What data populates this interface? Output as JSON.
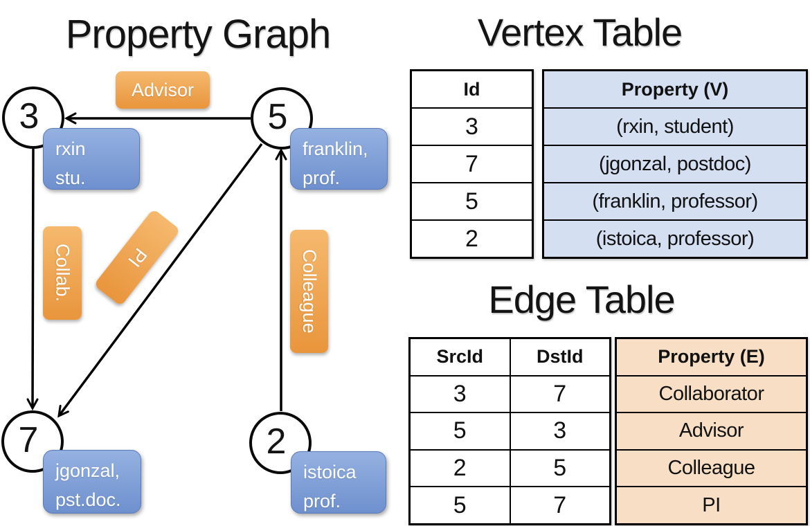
{
  "property_graph": {
    "title": "Property Graph",
    "nodes": [
      {
        "id": "3",
        "property": [
          "rxin",
          "stu."
        ]
      },
      {
        "id": "5",
        "property": [
          "franklin,",
          "prof."
        ]
      },
      {
        "id": "7",
        "property": [
          "jgonzal,",
          "pst.doc."
        ]
      },
      {
        "id": "2",
        "property": [
          "istoica",
          "prof."
        ]
      }
    ],
    "edges": [
      {
        "src": "5",
        "dst": "3",
        "label": "Advisor"
      },
      {
        "src": "3",
        "dst": "7",
        "label": "Collab."
      },
      {
        "src": "5",
        "dst": "7",
        "label": "PI"
      },
      {
        "src": "2",
        "dst": "5",
        "label": "Colleague"
      }
    ]
  },
  "vertex_table": {
    "title": "Vertex Table",
    "headers": {
      "id": "Id",
      "property": "Property (V)"
    },
    "rows": [
      {
        "id": "3",
        "property": "(rxin, student)"
      },
      {
        "id": "7",
        "property": "(jgonzal, postdoc)"
      },
      {
        "id": "5",
        "property": "(franklin, professor)"
      },
      {
        "id": "2",
        "property": "(istoica, professor)"
      }
    ]
  },
  "edge_table": {
    "title": "Edge Table",
    "headers": {
      "src": "SrcId",
      "dst": "DstId",
      "property": "Property (E)"
    },
    "rows": [
      {
        "src": "3",
        "dst": "7",
        "property": "Collaborator"
      },
      {
        "src": "5",
        "dst": "3",
        "property": "Advisor"
      },
      {
        "src": "2",
        "dst": "5",
        "property": "Colleague"
      },
      {
        "src": "5",
        "dst": "7",
        "property": "PI"
      }
    ]
  },
  "colors": {
    "edge_label_gradient_top": "#f5b96e",
    "edge_label_gradient_bottom": "#e9953c",
    "vertex_box_gradient_top": "#95b1e1",
    "vertex_box_gradient_bottom": "#6e90ce",
    "vertex_table_cell_bg": "#d5dff2",
    "edge_table_cell_bg": "#f7dec4",
    "line_color": "#000000"
  }
}
